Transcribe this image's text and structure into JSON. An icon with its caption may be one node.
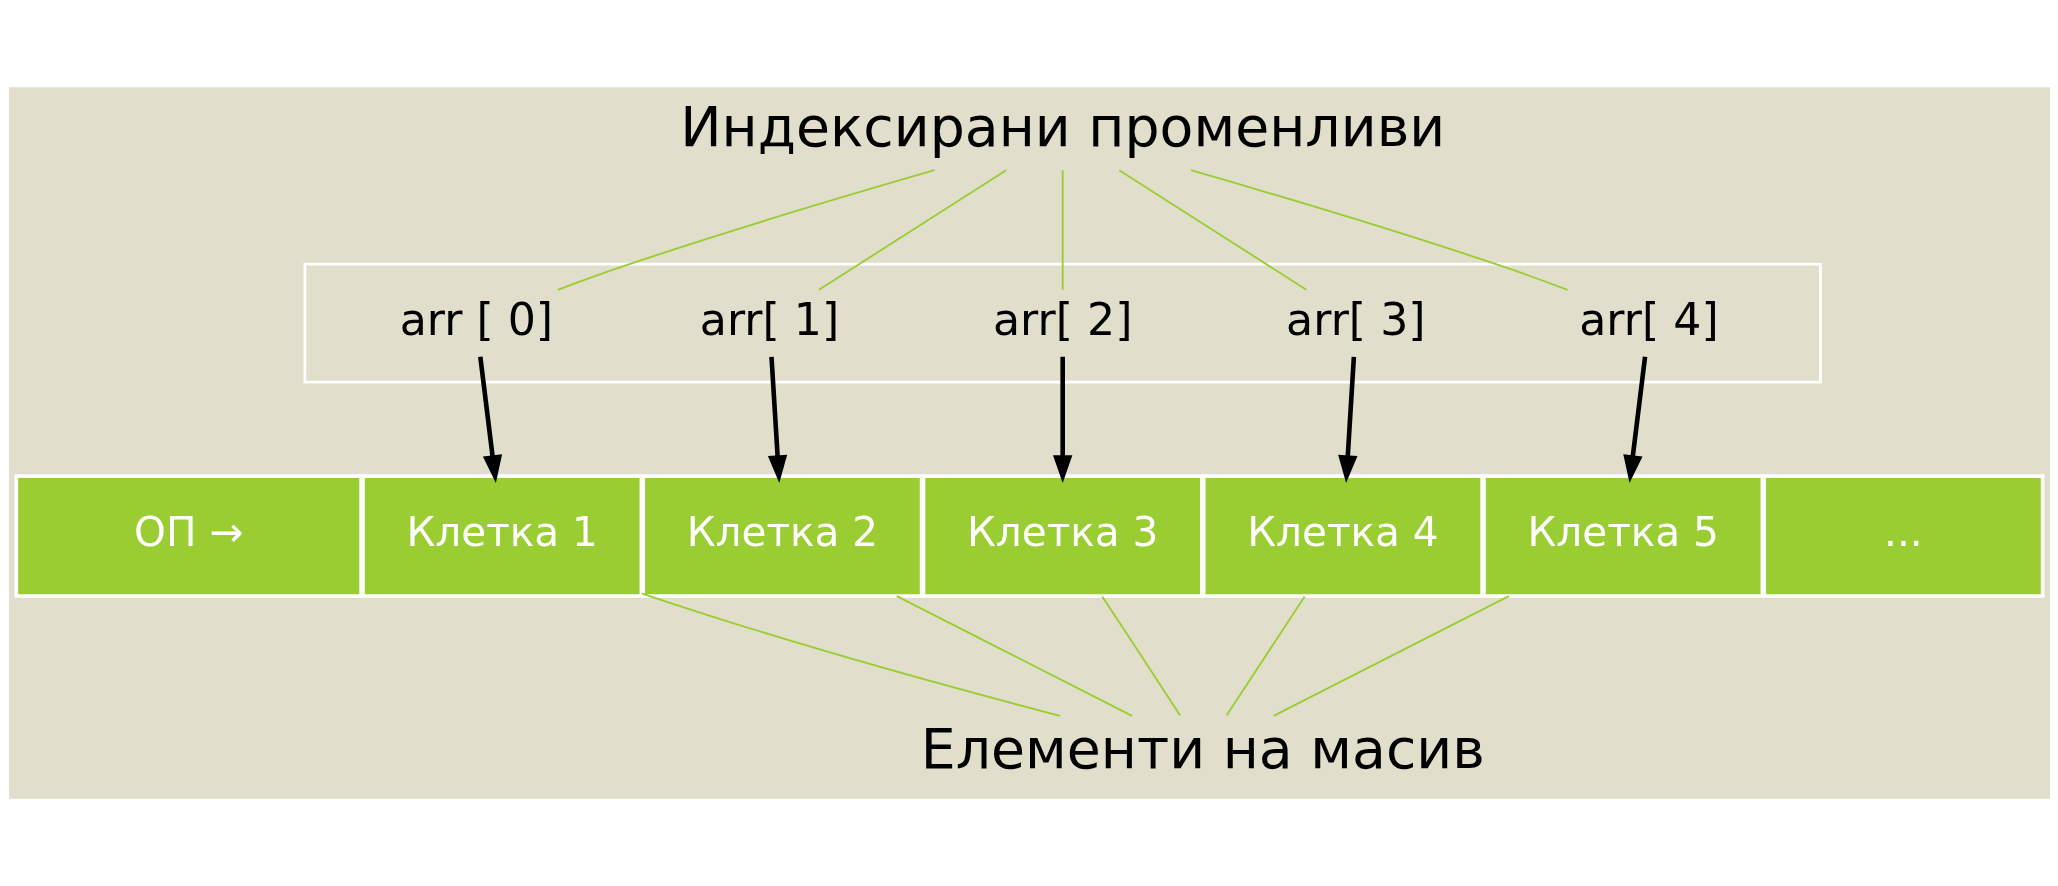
{
  "diagram": {
    "nodes": [
      {
        "text": [
          "Индексирани променливи"
        ]
      },
      {
        "text": [],
        "shape": "box"
      },
      {
        "text": [
          "arr [ 0]"
        ],
        "in": 1
      },
      {
        "text": [
          "arr[ 1]"
        ],
        "in": 1
      },
      {
        "text": [
          "arr[ 2]"
        ],
        "in": 1
      },
      {
        "text": [
          "arr[ 3]"
        ],
        "in": 1
      },
      {
        "text": [
          "arr[ 4]"
        ],
        "in": 1
      },
      {
        "text": [
          "ОП →"
        ]
      },
      {
        "text": [
          "Клетка 1"
        ]
      },
      {
        "text": [
          "Клетка 2"
        ]
      },
      {
        "text": [
          "Клетка 3"
        ]
      },
      {
        "text": [
          "Клетка 4"
        ]
      },
      {
        "text": [
          "Клетка 5"
        ]
      },
      {
        "text": [
          "..."
        ]
      },
      {
        "text": [
          "Елементи на масив"
        ]
      }
    ],
    "edges": [
      {
        "from": 0,
        "to": 2,
        "arrow": "none"
      },
      {
        "from": 0,
        "to": 3,
        "arrow": "none"
      },
      {
        "from": 0,
        "to": 4,
        "arrow": "none"
      },
      {
        "from": 0,
        "to": 5,
        "arrow": "none"
      },
      {
        "from": 0,
        "to": 6,
        "arrow": "none"
      },
      {
        "from": 2,
        "to": 8,
        "arrow": "to",
        "color": "#000000"
      },
      {
        "from": 3,
        "to": 9,
        "arrow": "to",
        "color": "#000000"
      },
      {
        "from": 4,
        "to": 10,
        "arrow": "to",
        "color": "#000000"
      },
      {
        "from": 5,
        "to": 11,
        "arrow": "to",
        "color": "#000000"
      },
      {
        "from": 6,
        "to": 12,
        "arrow": "to",
        "color": "#000000"
      },
      {
        "from": 14,
        "to": 8,
        "arrow": "none"
      },
      {
        "from": 14,
        "to": 9,
        "arrow": "none"
      },
      {
        "from": 14,
        "to": 10,
        "arrow": "none"
      },
      {
        "from": 14,
        "to": 11,
        "arrow": "none"
      },
      {
        "from": 14,
        "to": 12,
        "arrow": "none"
      }
    ]
  }
}
